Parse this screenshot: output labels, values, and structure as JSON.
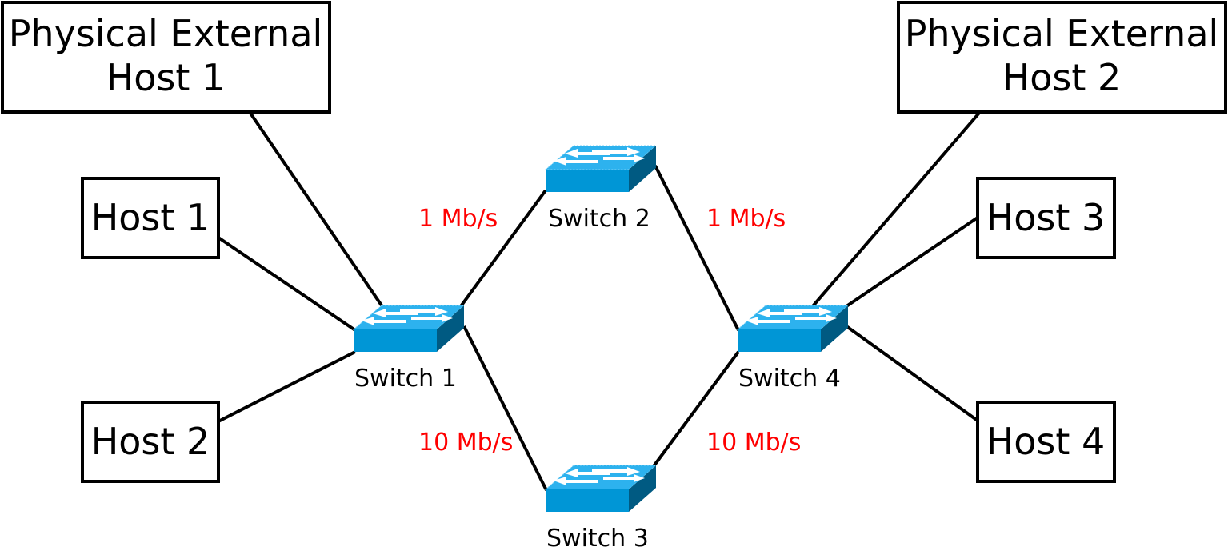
{
  "colors": {
    "link": "#000000",
    "speed_label": "#ff0000",
    "switch_top": "#2db2ee",
    "switch_front": "#0096d6",
    "switch_side": "#005a82"
  },
  "hosts": {
    "ext1": {
      "line1": "Physical External",
      "line2": "Host 1"
    },
    "ext2": {
      "line1": "Physical External",
      "line2": "Host 2"
    },
    "h1": {
      "label": "Host 1"
    },
    "h2": {
      "label": "Host 2"
    },
    "h3": {
      "label": "Host 3"
    },
    "h4": {
      "label": "Host 4"
    }
  },
  "switches": {
    "s1": {
      "label": "Switch 1",
      "icon": "network-switch-icon"
    },
    "s2": {
      "label": "Switch 2",
      "icon": "network-switch-icon"
    },
    "s3": {
      "label": "Switch 3",
      "icon": "network-switch-icon"
    },
    "s4": {
      "label": "Switch 4",
      "icon": "network-switch-icon"
    }
  },
  "links": {
    "s1_s2": "1 Mb/s",
    "s2_s4": "1 Mb/s",
    "s1_s3": "10 Mb/s",
    "s3_s4": "10 Mb/s"
  }
}
